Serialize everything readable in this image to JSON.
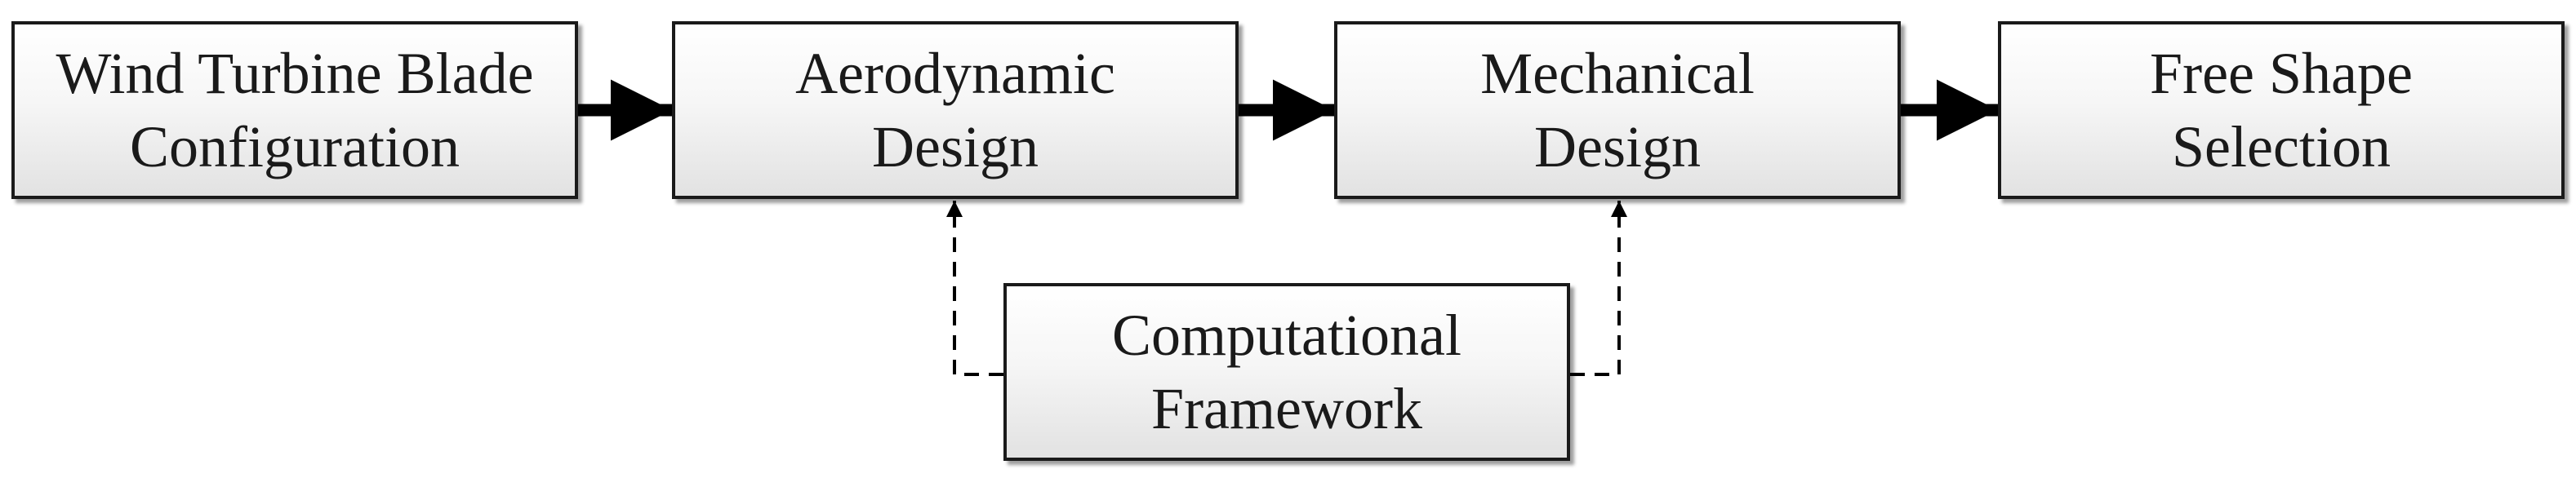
{
  "diagram": {
    "boxes": {
      "config": "Wind Turbine Blade\nConfiguration",
      "aero": "Aerodynamic\nDesign",
      "mech": "Mechanical\nDesign",
      "shape": "Free Shape\nSelection",
      "framework": "Computational\nFramework"
    },
    "colors": {
      "border": "#1a1a1a",
      "fill_top": "#ffffff",
      "fill_bottom": "#e2e2e2",
      "arrow": "#000000"
    }
  }
}
